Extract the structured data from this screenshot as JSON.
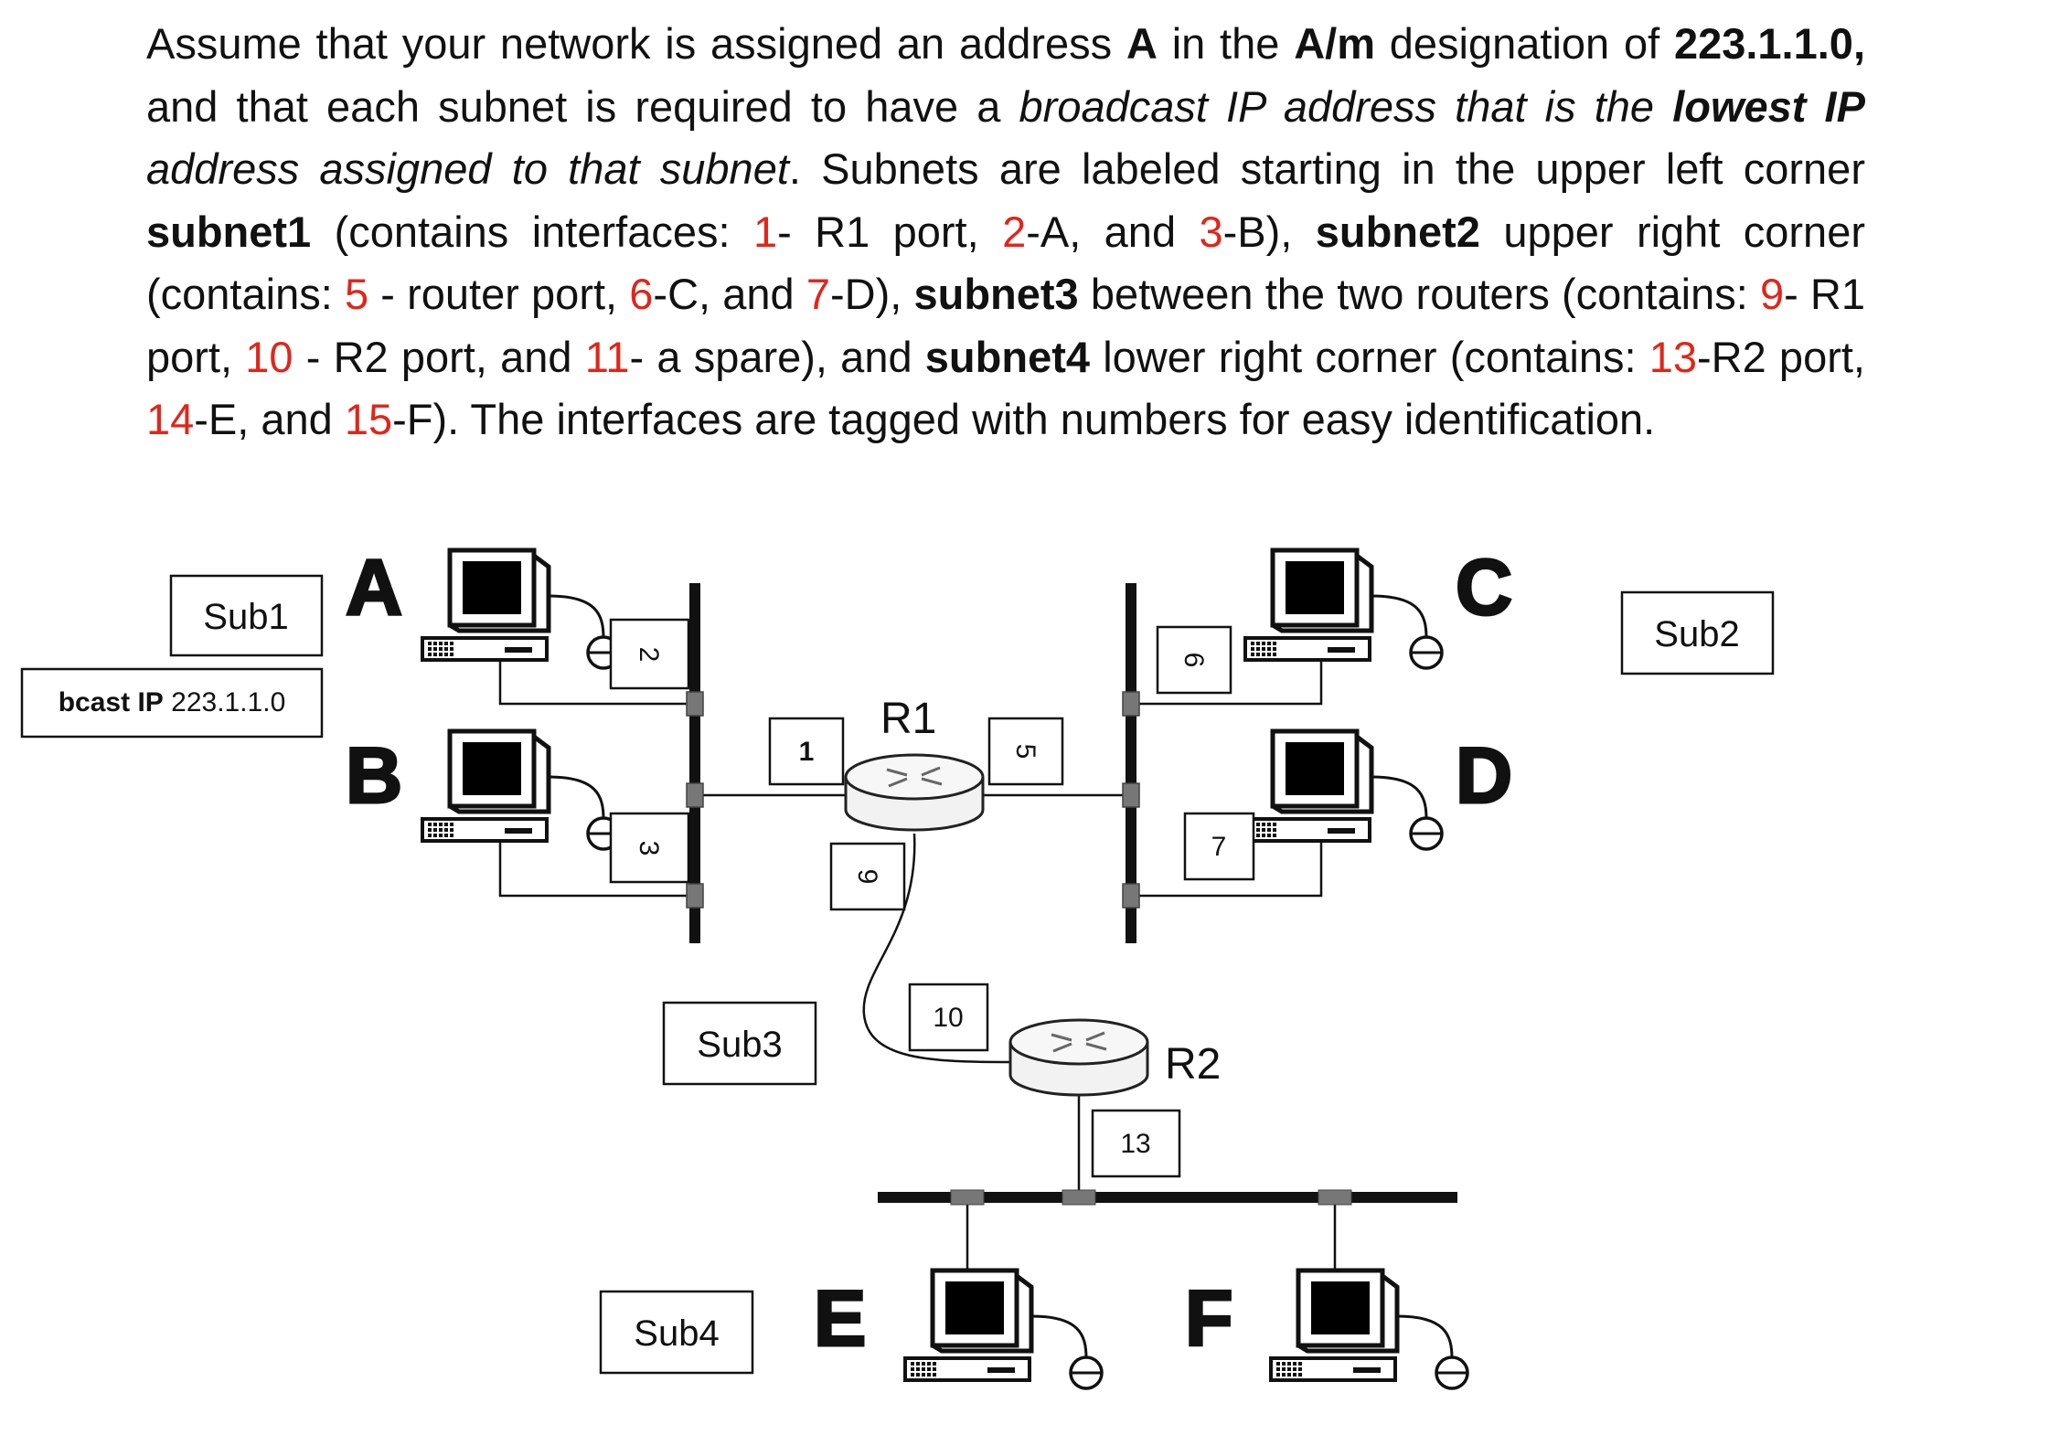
{
  "problem_text": [
    {
      "t": "Assume that your network is assigned an address "
    },
    {
      "t": "A",
      "s": "b"
    },
    {
      "t": " in the "
    },
    {
      "t": "A/m",
      "s": "b"
    },
    {
      "t": " designation of "
    },
    {
      "t": "223.1.1.0,",
      "s": "b"
    },
    {
      "t": " and that each subnet is required to have a "
    },
    {
      "t": "broadcast IP address that is the ",
      "s": "i"
    },
    {
      "t": "lowest IP",
      "s": "bi"
    },
    {
      "t": " "
    },
    {
      "t": "address assigned to that subnet",
      "s": "i"
    },
    {
      "t": ". Subnets are labeled starting in the upper left corner "
    },
    {
      "t": "subnet1",
      "s": "b"
    },
    {
      "t": " (contains interfaces: "
    },
    {
      "t": "1",
      "s": "n"
    },
    {
      "t": "- R1 port, "
    },
    {
      "t": "2",
      "s": "n"
    },
    {
      "t": "-A, and "
    },
    {
      "t": "3",
      "s": "n"
    },
    {
      "t": "-B), "
    },
    {
      "t": "subnet2",
      "s": "b"
    },
    {
      "t": " upper right corner (contains: "
    },
    {
      "t": "5",
      "s": "n"
    },
    {
      "t": " - router port,  "
    },
    {
      "t": "6",
      "s": "n"
    },
    {
      "t": "-C, and "
    },
    {
      "t": "7",
      "s": "n"
    },
    {
      "t": "-D), "
    },
    {
      "t": "subnet3",
      "s": "b"
    },
    {
      "t": " between the two routers (contains: "
    },
    {
      "t": "9",
      "s": "n"
    },
    {
      "t": "- R1 port, "
    },
    {
      "t": "10",
      "s": "n"
    },
    {
      "t": " - R2 port, and "
    },
    {
      "t": "11",
      "s": "n"
    },
    {
      "t": "- a spare), and "
    },
    {
      "t": "subnet4",
      "s": "b"
    },
    {
      "t": " lower right corner (contains: "
    },
    {
      "t": "13",
      "s": "n"
    },
    {
      "t": "-R2 port, "
    },
    {
      "t": "14",
      "s": "n"
    },
    {
      "t": "-E, and "
    },
    {
      "t": "15",
      "s": "n"
    },
    {
      "t": "-F). The interfaces are tagged with numbers for easy identification."
    }
  ],
  "colors": {
    "interface_number": "#e0261b",
    "text": "#111111",
    "cable": "#111111"
  },
  "subnet_labels": {
    "sub1": "Sub1",
    "sub2": "Sub2",
    "sub3": "Sub3",
    "sub4": "Sub4"
  },
  "bcast_label": {
    "bold": "bcast IP",
    "value": "223.1.1.0"
  },
  "hosts": {
    "a": "A",
    "b": "B",
    "c": "C",
    "d": "D",
    "e": "E",
    "f": "F"
  },
  "routers": {
    "r1": "R1",
    "r2": "R2"
  },
  "interface_tags": {
    "t1": "1",
    "t2": "2",
    "t3": "3",
    "t5": "5",
    "t6": "6",
    "t7": "7",
    "t9": "9",
    "t10": "10",
    "t13": "13"
  },
  "icons": {
    "host": "desktop-computer-icon",
    "router": "router-icon",
    "bus": "ethernet-bus"
  }
}
